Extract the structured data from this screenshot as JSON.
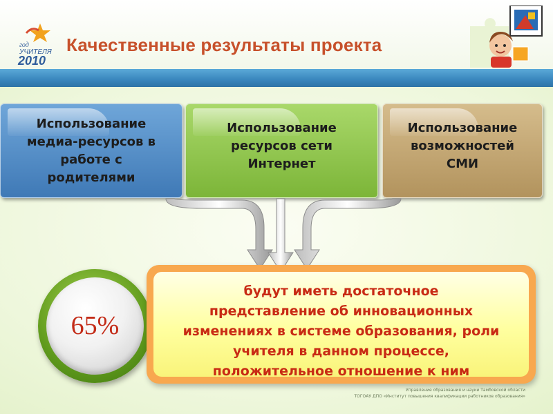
{
  "header": {
    "title": "Качественные результаты проекта",
    "logo": {
      "line1": "год",
      "line2": "УЧИТЕЛЯ",
      "year": "2010"
    }
  },
  "boxes": [
    {
      "text": "Использование\nмедиа-ресурсов в\nработе с\nродителями",
      "color": "#4a86c3"
    },
    {
      "text": "Использование\nресурсов сети\nИнтернет",
      "color": "#8ec44a"
    },
    {
      "text": "Использование\nвозможностей\nСМИ",
      "color": "#c4a874"
    }
  ],
  "result": {
    "percent": "65%",
    "text": "будут иметь  достаточное\nпредставление об инновационных\nизменениях в системе образования, роли\nучителя в данном процессе,\nположительное отношение к ним"
  },
  "footer": {
    "line1": "Управление образования и науки Тамбовской области",
    "line2": "ТОГОАУ ДПО «Институт повышения квалификации работников образования»"
  },
  "colors": {
    "accent": "#c7512b",
    "title_bar": "#3a86bd",
    "result_text": "#c82a14",
    "circle_ring": "#6aa423"
  }
}
